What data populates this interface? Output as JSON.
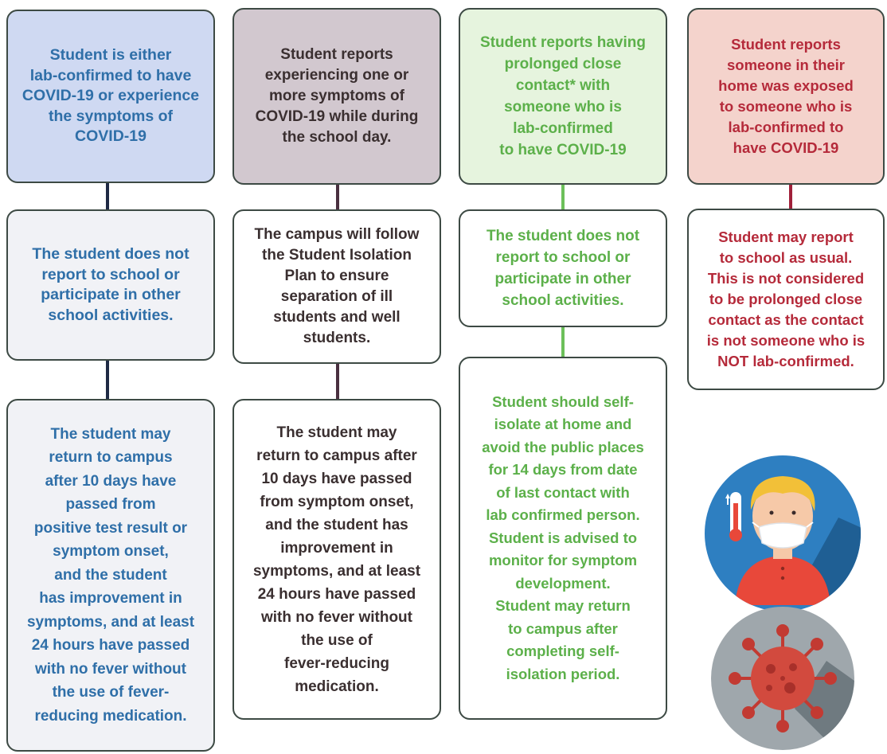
{
  "columns": [
    {
      "header": "Student is either\nlab-confirmed to have\nCOVID-19 or experience\nthe symptoms of\nCOVID-19",
      "step1": "The student does not\nreport to school or\nparticipate in other\nschool activities.",
      "step2": "The student may\nreturn to campus\nafter 10 days have\npassed from\npositive test result or\nsymptom onset,\nand the student\nhas improvement in\nsymptoms, and at least\n24 hours have passed\nwith no fever without\nthe use of fever-\nreducing medication."
    },
    {
      "header": "Student reports\nexperiencing one or\nmore symptoms of\nCOVID-19 while during\nthe school day.",
      "step1": "The campus will follow\nthe Student Isolation\nPlan to ensure\nseparation of ill\nstudents and well\nstudents.",
      "step2": "The student may\nreturn to campus after\n10 days have passed\nfrom symptom onset,\nand the student has\nimprovement in\nsymptoms, and at least\n24 hours have passed\nwith no fever without\nthe use of\nfever-reducing\nmedication."
    },
    {
      "header": "Student reports having\nprolonged close\ncontact* with\nsomeone who is\nlab-confirmed\nto have COVID-19",
      "step1": "The student does not\nreport to school or\nparticipate in other\nschool activities.",
      "step2": "Student should self-\nisolate at home and\navoid the public places\nfor 14 days from date\nof last contact with\nlab confirmed person.\nStudent is advised to\nmonitor for symptom\ndevelopment.\nStudent may return\nto campus after\ncompleting self-\nisolation period."
    },
    {
      "header": "Student reports\nsomeone in their\nhome was exposed\nto someone who is\nlab-confirmed to\nhave COVID-19",
      "step1": "Student may report\nto school as usual.\nThis is not considered\nto be prolonged close\ncontact as the contact\nis not someone who is\nNOT lab-confirmed."
    }
  ],
  "colors": {
    "col1_text": "#2f6fa8",
    "col2_text": "#3a2f30",
    "col3_text": "#5cb04a",
    "col4_text": "#b52a3a",
    "connector_col1": "#1f2a44",
    "connector_col2": "#4a3040",
    "connector_col3": "#6cc05a",
    "connector_col4": "#a0203a"
  },
  "icons": [
    "sick-person-thermometer-icon",
    "coronavirus-icon"
  ]
}
